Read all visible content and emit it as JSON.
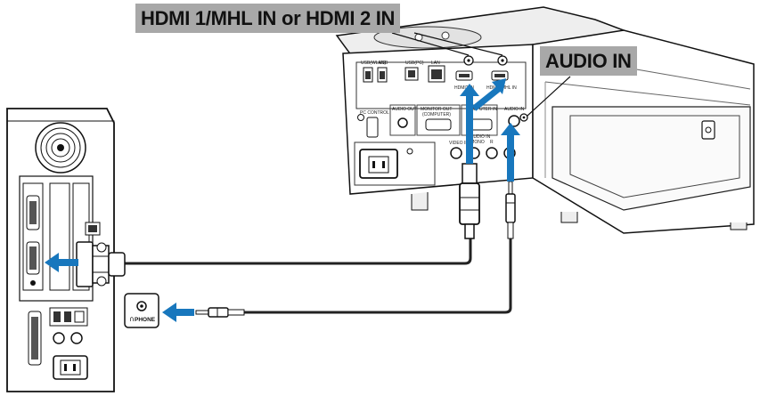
{
  "callouts": {
    "hdmi_input": "HDMI 1/MHL IN or HDMI 2 IN",
    "audio_input": "AUDIO IN"
  },
  "projector_panel": {
    "usb_wlan": "USB(WLAN)",
    "usb": "USB",
    "usb_pc": "USB(PC)",
    "lan": "LAN",
    "pc_control": "PC CONTROL",
    "audio_out": "AUDIO OUT",
    "monitor_out": "MONITOR OUT",
    "computer_sub": "(COMPUTER)",
    "computer_in": "COMPUTER IN",
    "audio_in": "AUDIO IN",
    "hdmi2_in": "HDMI2 IN",
    "hdmi1_mhl_in": "HDMI1/MHL IN",
    "video_in": "VIDEO IN",
    "audio_in_mono": "AUDIO IN",
    "l_mono": "L/MONO",
    "r": "R"
  },
  "phone_jack": {
    "label": "PHONE"
  },
  "colors": {
    "callout_bg": "#a8a8a8",
    "arrow": "#1877bd",
    "cable": "#222222",
    "outline": "#111111"
  }
}
